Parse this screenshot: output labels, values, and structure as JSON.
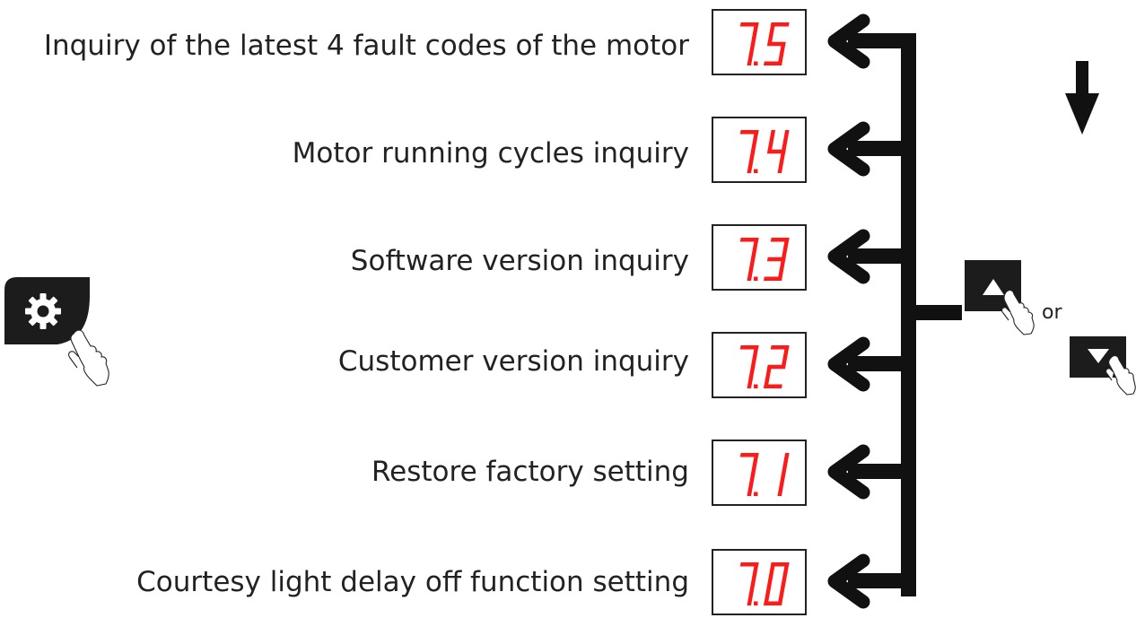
{
  "menu_items": [
    {
      "code": "7.5",
      "description": "Inquiry of the latest 4 fault codes of the motor"
    },
    {
      "code": "7.4",
      "description": "Motor running cycles inquiry"
    },
    {
      "code": "7.3",
      "description": "Software version inquiry"
    },
    {
      "code": "7.2",
      "description": "Customer version inquiry"
    },
    {
      "code": "7.1",
      "description": "Restore factory setting"
    },
    {
      "code": "7.0",
      "description": "Courtesy light delay off function setting"
    }
  ],
  "connector_label": "or",
  "icons": {
    "settings_button": "gear-icon",
    "up_button": "triangle-up-icon",
    "down_button": "triangle-down-icon",
    "press_hand": "pointing-hand-icon",
    "direction": "arrow-down-icon"
  },
  "colors": {
    "digit": "#ff1a1a",
    "button": "#1c1c1c",
    "line": "#111111",
    "text": "#222222"
  }
}
